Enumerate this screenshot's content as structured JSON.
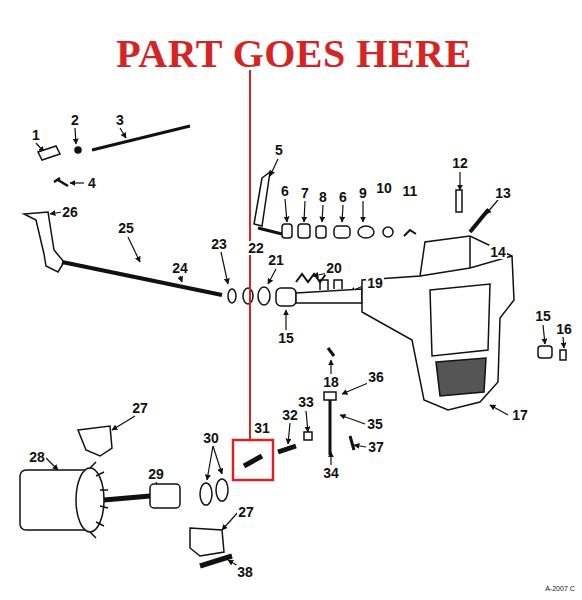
{
  "diagram": {
    "title": "PART GOES HERE",
    "labels": [
      "1",
      "2",
      "3",
      "4",
      "5",
      "6",
      "7",
      "8",
      "6",
      "9",
      "10",
      "11",
      "12",
      "13",
      "26",
      "25",
      "24",
      "23",
      "22",
      "21",
      "20",
      "19",
      "14",
      "15",
      "18",
      "15",
      "16",
      "27",
      "31",
      "32",
      "33",
      "36",
      "35",
      "30",
      "17",
      "28",
      "29",
      "37",
      "34",
      "27",
      "38",
      "A-2007 C"
    ]
  }
}
